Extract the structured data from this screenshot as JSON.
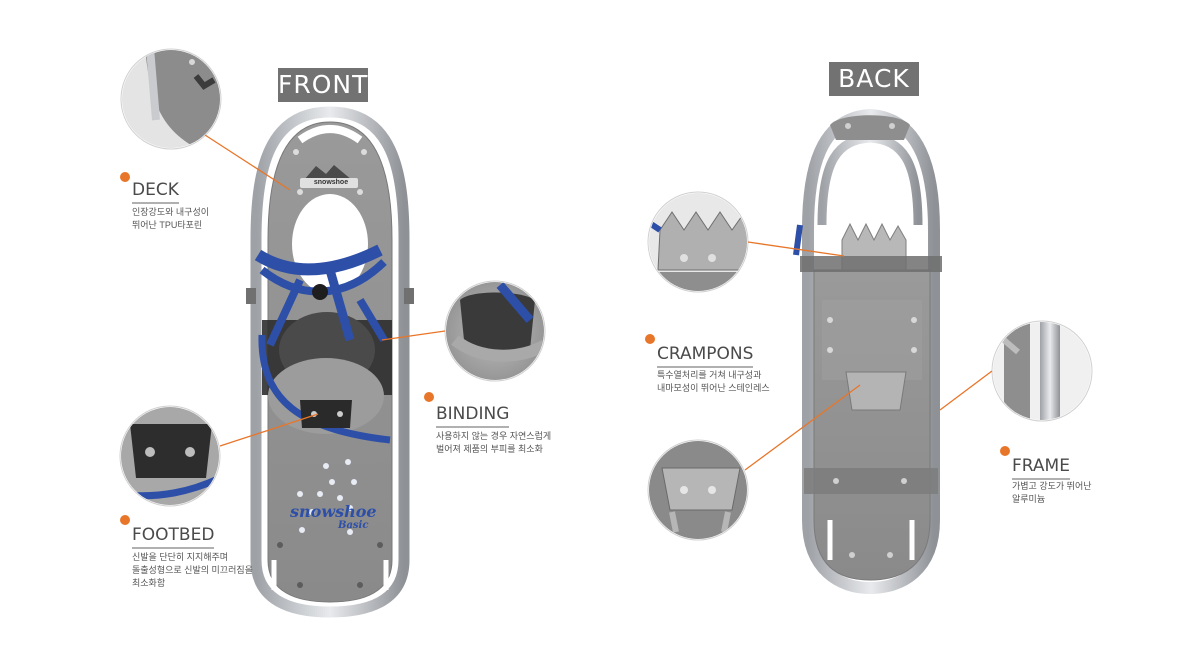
{
  "views": {
    "front_label": "FRONT",
    "back_label": "BACK"
  },
  "snowshoe_brand": {
    "deck_logo": "snowshoe",
    "footbed_brand": "snowshoe",
    "footbed_model": "Basic"
  },
  "callouts": {
    "deck": {
      "title": "DECK",
      "lines": [
        "인장강도와 내구성이",
        "뛰어난 TPU타포린"
      ]
    },
    "binding": {
      "title": "BINDING",
      "lines": [
        "사용하지 않는 경우 자연스럽게",
        "벌어져 제품의 부피를 최소화"
      ]
    },
    "footbed": {
      "title": "FOOTBED",
      "lines": [
        "신발을 단단히 지지해주며",
        "돌출성형으로 신발의 미끄러짐을",
        "최소화함"
      ]
    },
    "crampons": {
      "title": "CRAMPONS",
      "lines": [
        "특수열처리를 거쳐 내구성과",
        "내마모성이 뛰어난 스테인레스"
      ]
    },
    "frame": {
      "title": "FRAME",
      "lines": [
        "가볍고 강도가 뛰어난",
        "알루미늄"
      ]
    }
  },
  "colors": {
    "accent": "#e8762a",
    "label_bg": "#727272",
    "deck": "#8e8e8e",
    "frame": "#c9cbcf",
    "strap": "#2d4fa8"
  }
}
